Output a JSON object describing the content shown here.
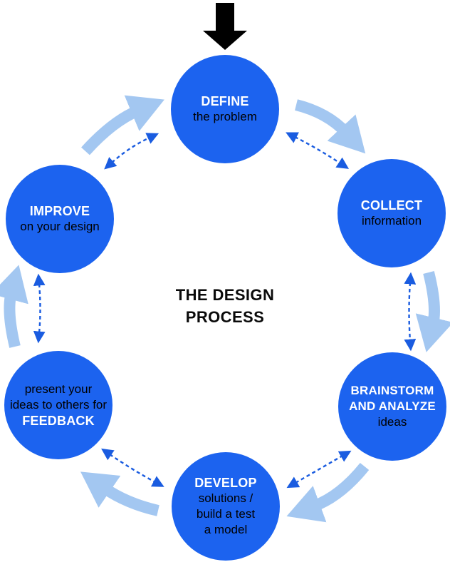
{
  "diagram_title": {
    "line1": "THE DESIGN",
    "line2": "PROCESS"
  },
  "colors": {
    "background": "#ffffff",
    "node": "#1c63ef",
    "flow": "#a3c7f1",
    "dashed": "#1a5ce0",
    "entry": "#000000"
  },
  "nodes": {
    "define": {
      "lines": [
        {
          "text": "DEFINE",
          "em": true
        },
        {
          "text": "the problem",
          "em": false
        }
      ]
    },
    "collect": {
      "lines": [
        {
          "text": "COLLECT",
          "em": true
        },
        {
          "text": "information",
          "em": false
        }
      ]
    },
    "brainstorm": {
      "lines": [
        {
          "text": "BRAINSTORM",
          "em": true
        },
        {
          "text": "AND ANALYZE",
          "em": true
        },
        {
          "text": "ideas",
          "em": false
        }
      ]
    },
    "develop": {
      "lines": [
        {
          "text": "DEVELOP",
          "em": true
        },
        {
          "text": "solutions /",
          "em": false
        },
        {
          "text": "build a test",
          "em": false
        },
        {
          "text": "a model",
          "em": false
        }
      ]
    },
    "feedback": {
      "lines": [
        {
          "text": "present your",
          "em": false
        },
        {
          "text": "ideas to others for",
          "em": false
        },
        {
          "text": "FEEDBACK",
          "em": true
        }
      ]
    },
    "improve": {
      "lines": [
        {
          "text": "IMPROVE",
          "em": true
        },
        {
          "text": "on your design",
          "em": false
        }
      ]
    }
  }
}
